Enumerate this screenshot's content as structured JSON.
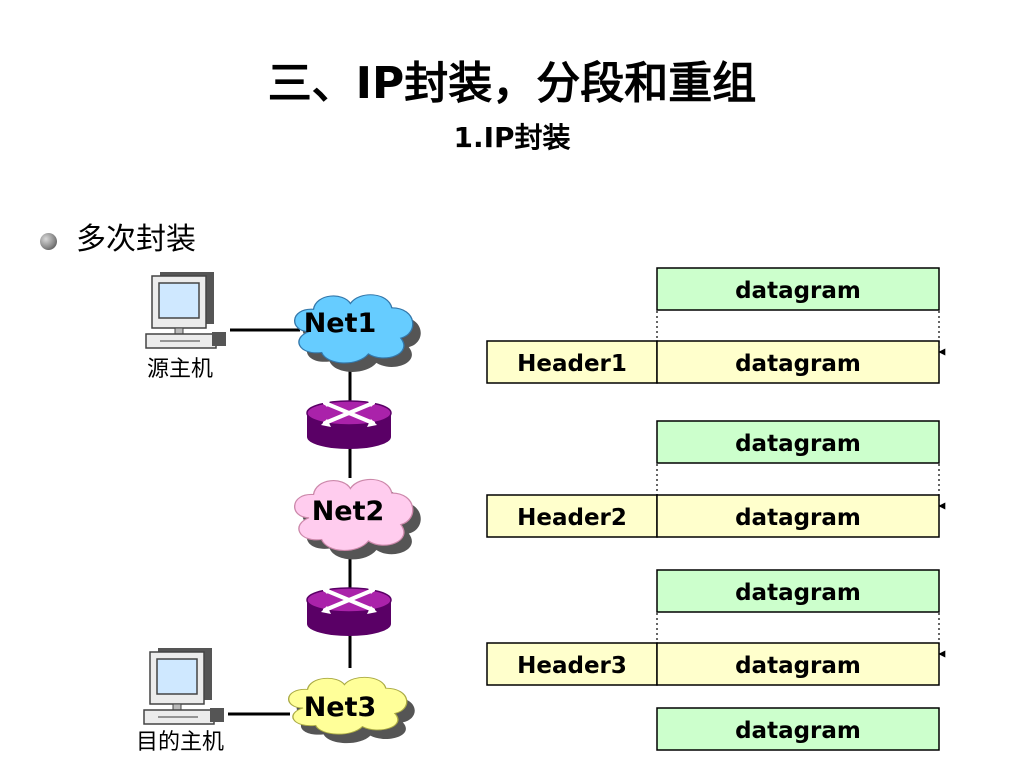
{
  "slide": {
    "title": "三、IP封装，分段和重组",
    "subtitle": "1.IP封装",
    "bullet": "多次封装"
  },
  "topology": {
    "source_host": "源主机",
    "destination_host": "目的主机",
    "networks": [
      {
        "label": "Net1",
        "color": "#66ccff"
      },
      {
        "label": "Net2",
        "color": "#ffccee"
      },
      {
        "label": "Net3",
        "color": "#ffff99"
      }
    ],
    "router_color": "#990099",
    "host_icon": "computer-icon",
    "router_icon": "router-icon"
  },
  "encapsulation": {
    "datagram_label": "datagram",
    "datagram_color": "#ccffcc",
    "frame_color": "#ffffcc",
    "headers": [
      "Header1",
      "Header2",
      "Header3"
    ]
  }
}
